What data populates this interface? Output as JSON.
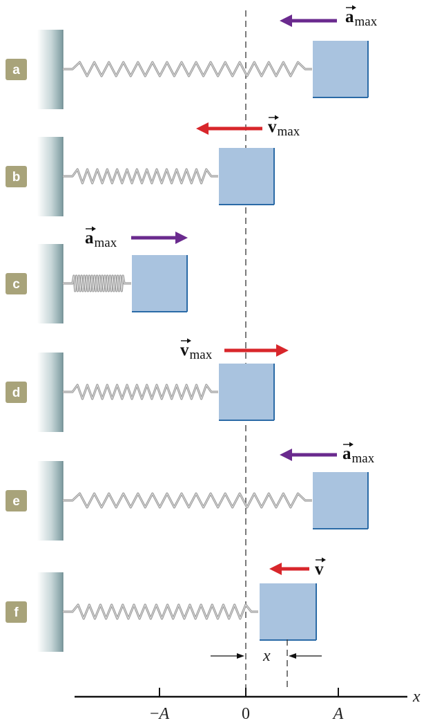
{
  "panels": [
    {
      "id": "a",
      "label": "a",
      "arrow": {
        "symbol": "a",
        "subscript": "max",
        "color": "#6a2a8e",
        "direction": "left"
      }
    },
    {
      "id": "b",
      "label": "b",
      "arrow": {
        "symbol": "v",
        "subscript": "max",
        "color": "#d8262b",
        "direction": "left"
      }
    },
    {
      "id": "c",
      "label": "c",
      "arrow": {
        "symbol": "a",
        "subscript": "max",
        "color": "#6a2a8e",
        "direction": "right"
      }
    },
    {
      "id": "d",
      "label": "d",
      "arrow": {
        "symbol": "v",
        "subscript": "max",
        "color": "#d8262b",
        "direction": "right"
      }
    },
    {
      "id": "e",
      "label": "e",
      "arrow": {
        "symbol": "a",
        "subscript": "max",
        "color": "#6a2a8e",
        "direction": "left"
      }
    },
    {
      "id": "f",
      "label": "f",
      "arrow": {
        "symbol": "v",
        "subscript": "",
        "color": "#d8262b",
        "direction": "left"
      }
    }
  ],
  "displacement_label": "x",
  "axis": {
    "variable": "x",
    "ticks": [
      {
        "label": "−A",
        "italic_part": "A",
        "prefix": "−"
      },
      {
        "label": "0",
        "italic_part": "",
        "prefix": "0"
      },
      {
        "label": "A",
        "italic_part": "A",
        "prefix": ""
      }
    ]
  },
  "colors": {
    "badge": "#a8a37a",
    "block_fill": "#a9c3df",
    "block_edge": "#2a6aa6",
    "spring": "#9a9a9a",
    "wall": "#8fa9ad",
    "velocity_arrow": "#d8262b",
    "acceleration_arrow": "#6a2a8e"
  },
  "icons": {
    "wall": "wall-hatch",
    "spring": "coil-spring",
    "block": "square-block",
    "arrow": "vector-arrow"
  }
}
